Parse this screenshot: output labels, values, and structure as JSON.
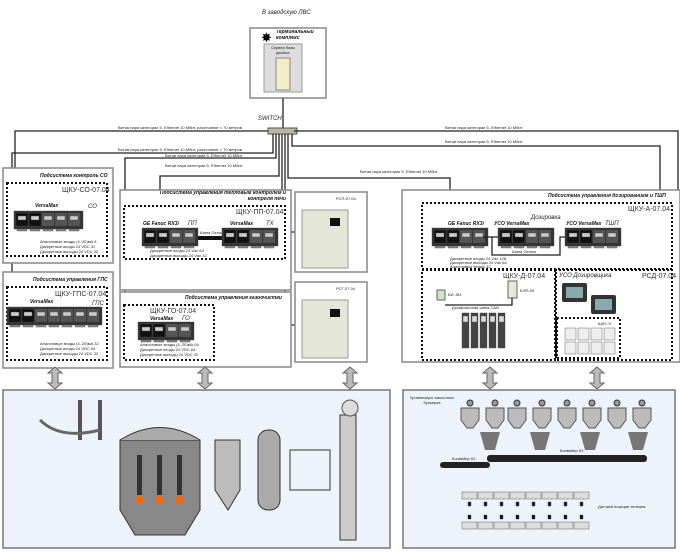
{
  "top": {
    "lan": "В заводскую ЛВС",
    "terminal": "Терминальный комплекс",
    "server": "Сервер базы данных",
    "switch": "SWITCH"
  },
  "cables": {
    "long": "Витая пара категории 5, Ethernet 10 Мбит, расстояние < 70 метров",
    "short": "Витая пара категории 5, Ethernet 10 Мбит"
  },
  "co": {
    "title": "Подсистема контроль СО",
    "cabinet": "ЩКУ-СО-07.04",
    "plc": "VersaMax",
    "tag": "СО",
    "io": [
      "Аналоговые входы (4..20)мА   8",
      "Дискретные входы 24 VDC   32",
      "Дискретные выходы 24 VDC   32"
    ]
  },
  "gps": {
    "title": "Подсистема управления ГПС",
    "cabinet": "ЩКУ-ГПС-07.04",
    "plc": "VersaMax",
    "tag": "ГПС",
    "io": [
      "Аналоговые входы (4..20)мА   32",
      "Дискретные входы 24 VDC   64",
      "Дискретные выходы 24 VDC   32"
    ]
  },
  "pp": {
    "title": "Подсистема управления тепловым контролем и контроля печи",
    "cabinet": "ЩКУ-ПП-07.04",
    "plc": "GE Fanuc RX3i",
    "tag": "ПП",
    "plc2": "VersaMax",
    "tag2": "TX",
    "bus": "Шина Genius",
    "io": [
      "Дискретные входы 24 Vdc   64",
      "Дискретные выходы 24 Vdc   32"
    ]
  },
  "go": {
    "title": "Подсистема управления газоочистки",
    "cabinet": "ЩКУ-ГО-07.04",
    "plc": "VersaMax",
    "tag": "ГО",
    "io": [
      "Аналоговые входы (4..20)мА   04",
      "Дискретные входы 24 VDC   64",
      "Дискретные выходы 24 VDC   32"
    ]
  },
  "rsp": {
    "label": "РСП-07.04"
  },
  "rsg": {
    "label": "РСГ-07.04"
  },
  "dos": {
    "title": "Подсистема управления дозированием и ТШП",
    "cabinetA": "ЩКУ-А-07.04",
    "plc": "GE Fanuc RX3i",
    "uso1": "УСО VersaMax",
    "uso1tag": "Дозировка",
    "uso2": "УСО VersaMax",
    "uso2tag": "ТШП",
    "bus": "Шина Genius",
    "io": [
      "Дискретные входы 24 Vdc   128",
      "Дискретные выходы 24 Vdc   64",
      "Аналоговые входы   32"
    ],
    "cabinetD": "ЩКУ-Д-07.04",
    "bi": "БИ -М3",
    "bep": "БЭП-09",
    "can": "Дозировочная шина CAN",
    "rsd": "РСД-07.04",
    "uso": "УСО Дозировщика",
    "cabinetE": "ЩКУ-Э"
  },
  "process_right": {
    "levels": "Уровнемеры емкостных бункеров",
    "k2": "Конвейер К2",
    "k1": "Конвейер К1",
    "sensors": "Датчики позиции тележек"
  }
}
